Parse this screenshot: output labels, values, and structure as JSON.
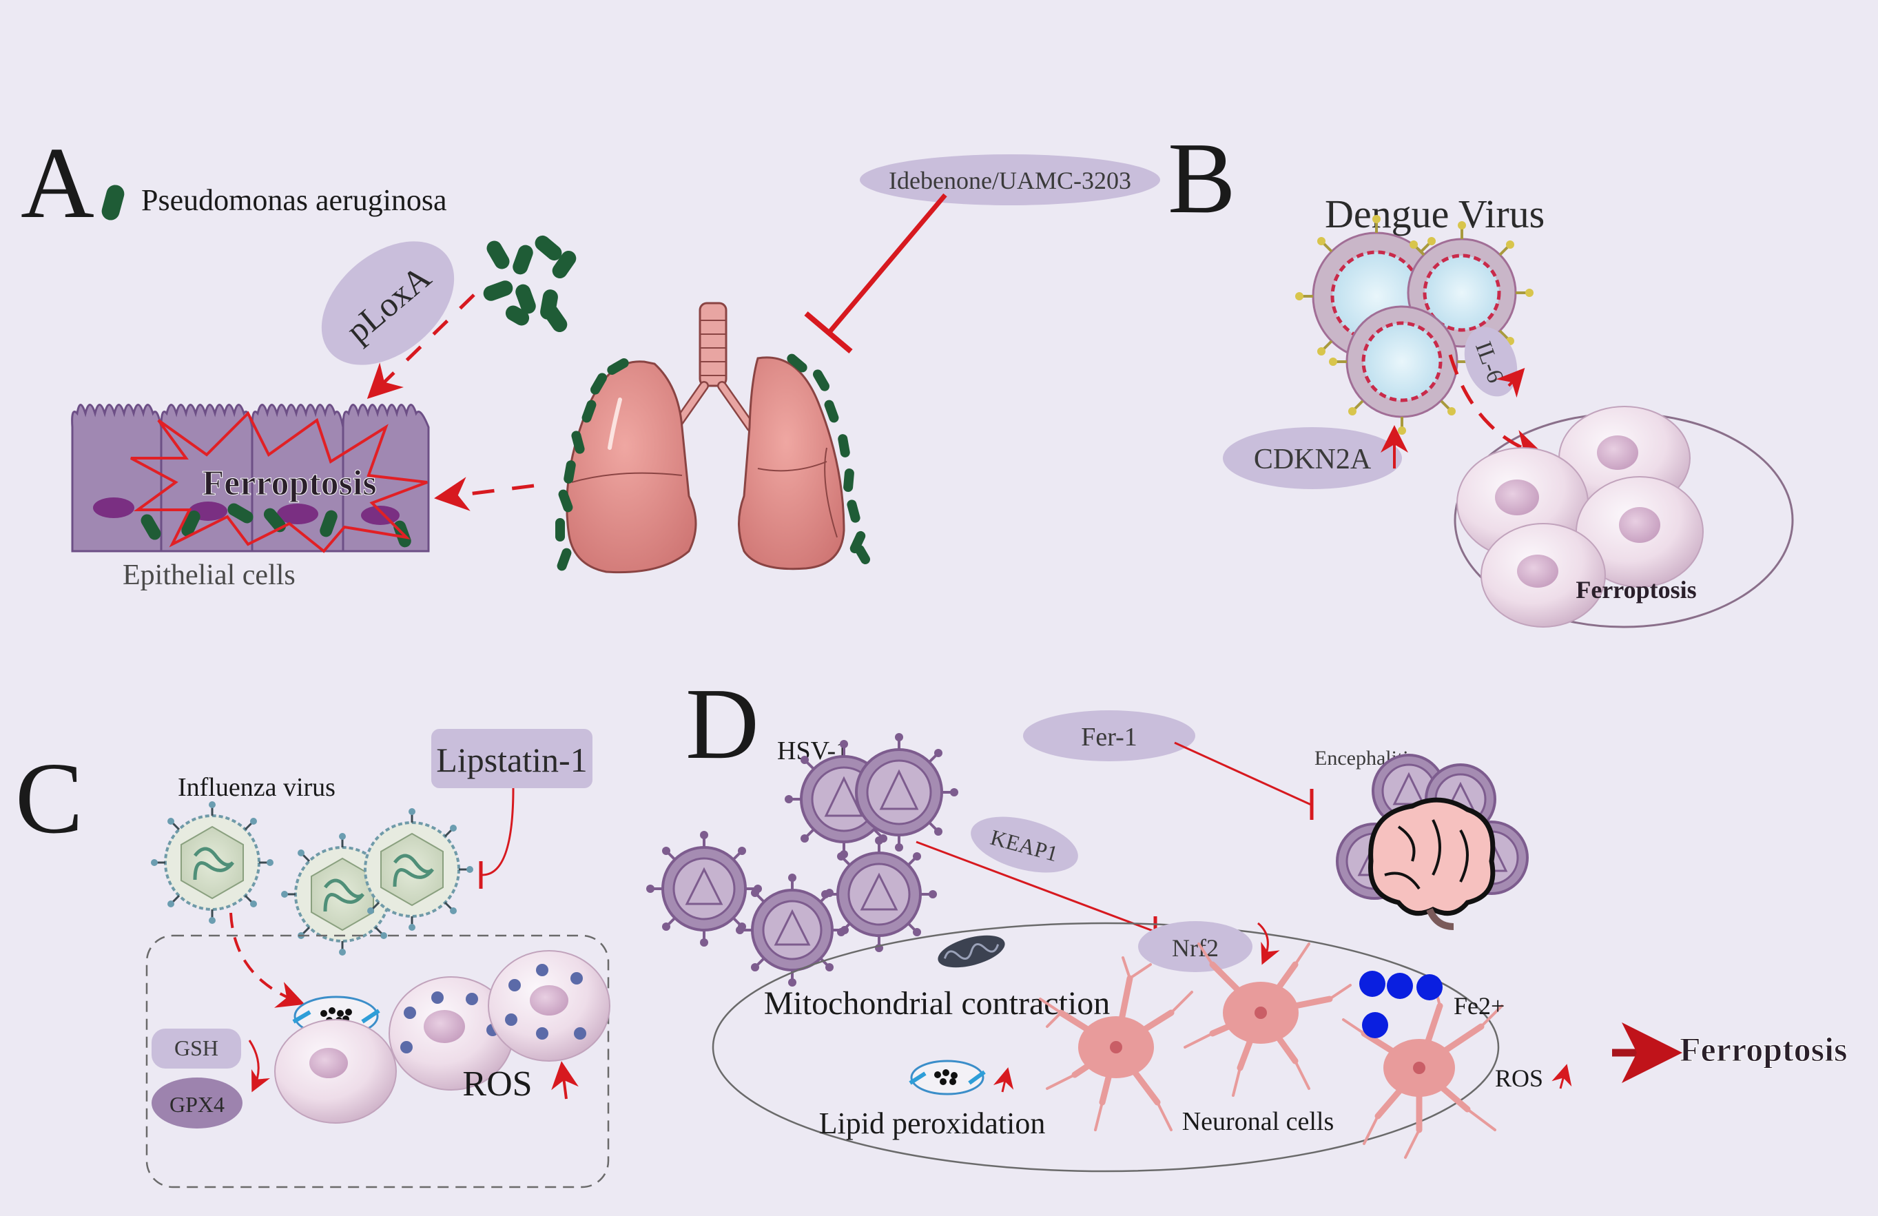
{
  "colors": {
    "background": "#ece9f3",
    "inhibit_red": "#d7191f",
    "bacteria_green": "#1f5c36",
    "lung_pink": "#dd8a88",
    "cell_purple": "#9d83ae",
    "label_oval": "#c9bedb",
    "iron_blue": "#0a1fe0",
    "neuron_pink": "#e89b9b"
  },
  "panel_a": {
    "letter": "A",
    "species": "Pseudomonas aeruginosa",
    "enzyme": "pLoxA",
    "ferroptosis": "Ferroptosis",
    "cells_label": "Epithelial cells",
    "inhibitor": "Idebenone/UAMC-3203"
  },
  "panel_b": {
    "letter": "B",
    "virus": "Dengue Virus",
    "cytokine": "IL-6",
    "gene": "CDKN2A",
    "ferroptosis": "Ferroptosis"
  },
  "panel_c": {
    "letter": "C",
    "virus": "Influenza virus",
    "inhibitor": "Lipstatin-1",
    "gsh": "GSH",
    "gpx4": "GPX4",
    "ros": "ROS"
  },
  "panel_d": {
    "letter": "D",
    "virus": "HSV-1",
    "inhibitor": "Fer-1",
    "disease": "Encephalitis",
    "keap1": "KEAP1",
    "nrf2": "Nrf2",
    "mito": "Mitochondrial contraction",
    "iron": "Fe2+",
    "lipid": "Lipid peroxidation",
    "neurons": "Neuronal cells",
    "ros": "ROS",
    "ferroptosis": "Ferroptosis"
  }
}
